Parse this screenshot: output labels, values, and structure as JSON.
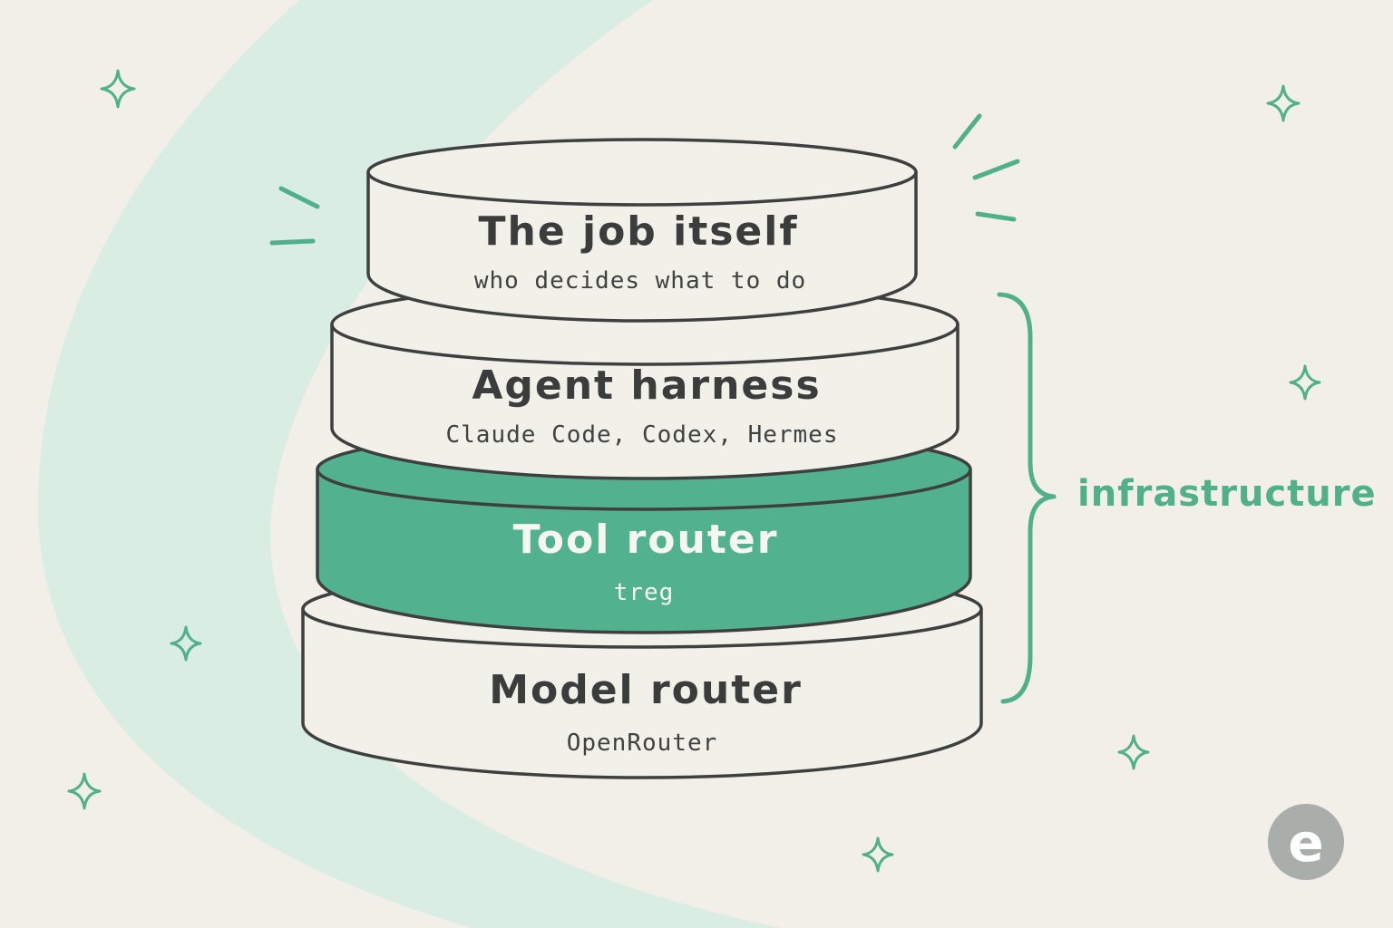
{
  "layers": [
    {
      "title": "The job itself",
      "subtitle": "who decides what to do",
      "highlighted": false
    },
    {
      "title": "Agent harness",
      "subtitle": "Claude Code, Codex, Hermes",
      "highlighted": false
    },
    {
      "title": "Tool router",
      "subtitle": "treg",
      "highlighted": true
    },
    {
      "title": "Model router",
      "subtitle": "OpenRouter",
      "highlighted": false
    }
  ],
  "brace": {
    "label": "infrastructure"
  },
  "logo": {
    "letter": "e"
  },
  "colors": {
    "background": "#f1efe8",
    "swoosh": "#d9ede3",
    "accent": "#4fb08a",
    "layer_fill": "#f1f0e9",
    "outline": "#3d403e",
    "logo": "#a9aeab"
  }
}
